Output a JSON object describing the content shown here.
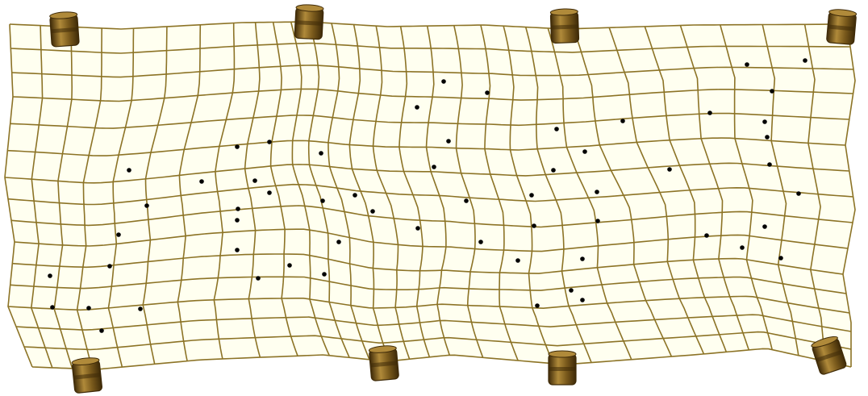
{
  "diagram": {
    "net": {
      "rows": 15,
      "columns": 29,
      "line_color": "#8c7326",
      "fill_color": "#fffff0"
    },
    "anchors": {
      "count": 8,
      "color": "#7a5a1c",
      "dark_color": "#3e2a08",
      "light_color": "#b08a3a"
    },
    "points": {
      "count": 59,
      "color": "#000000"
    }
  }
}
